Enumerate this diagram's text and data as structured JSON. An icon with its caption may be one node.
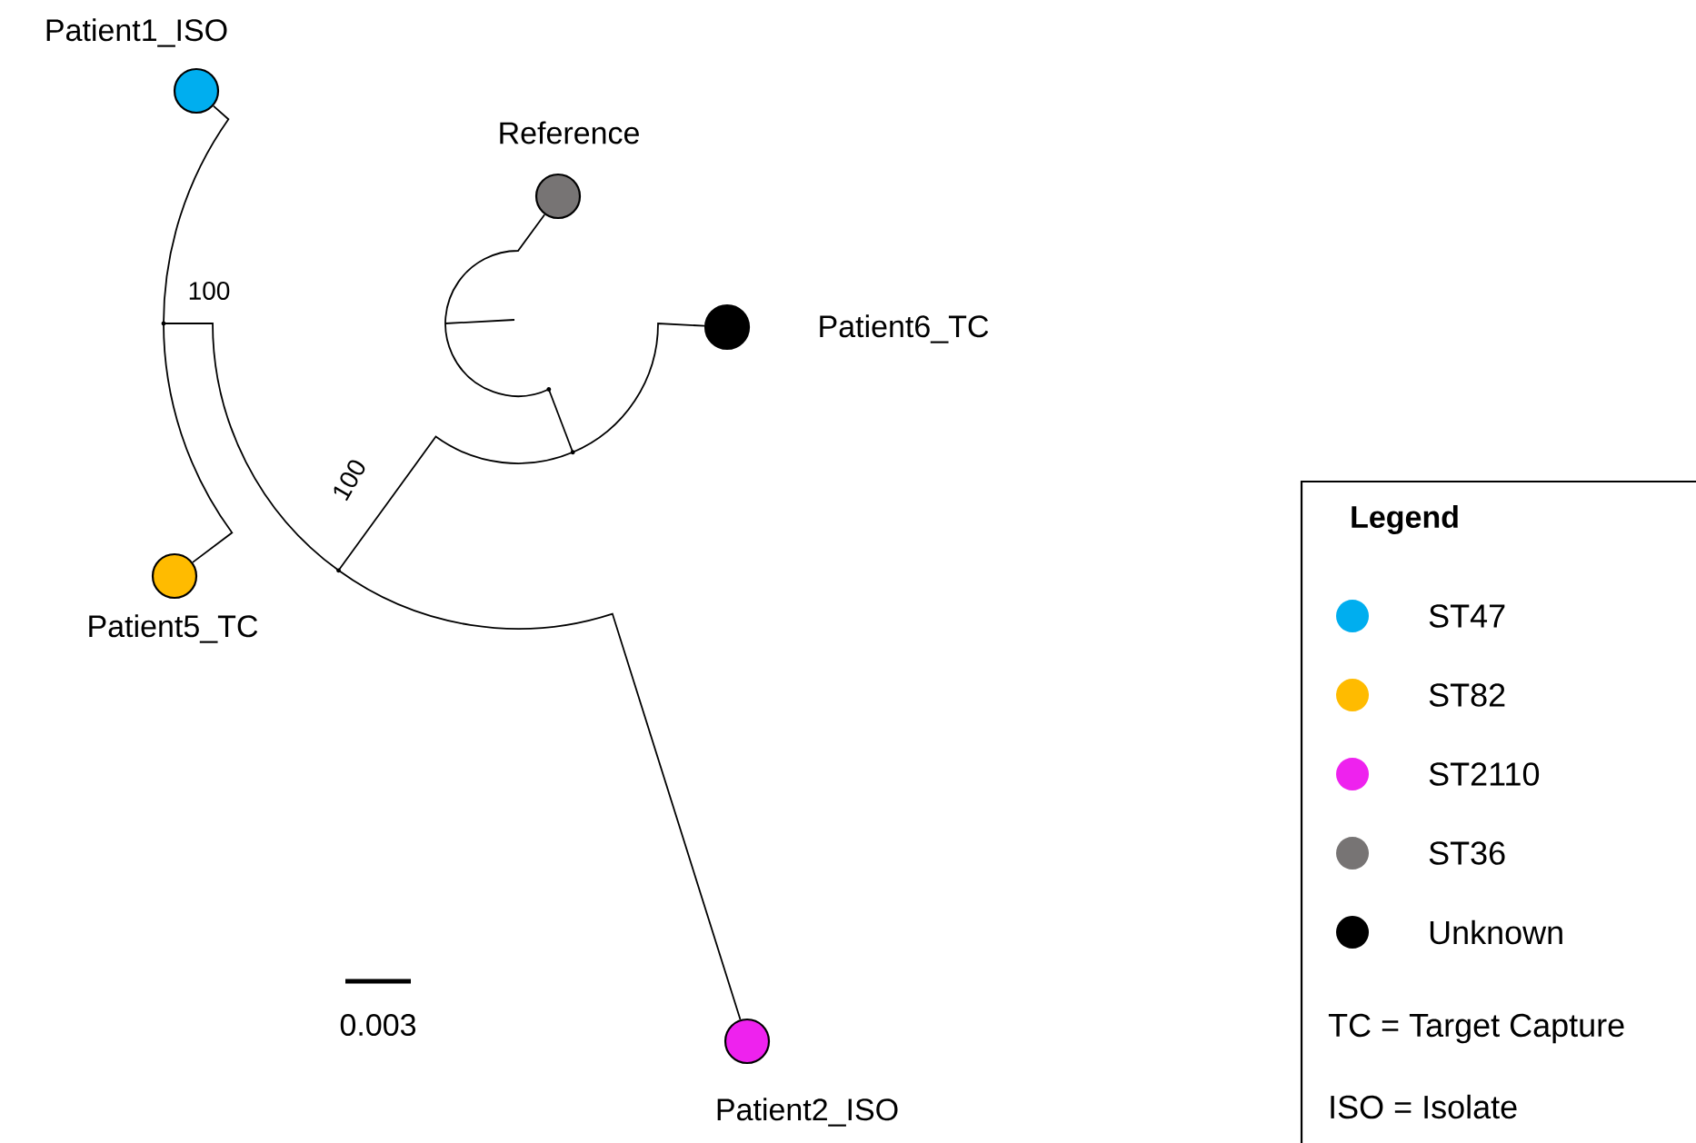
{
  "diagram": {
    "nodes": [
      {
        "text": [
          "Patient1_ISO"
        ]
      },
      {
        "text": [
          "Reference"
        ]
      },
      {
        "text": [
          "Patient6_TC"
        ]
      },
      {
        "text": [
          "Patient5_TC"
        ]
      },
      {
        "text": [
          "Patient2_ISO"
        ]
      },
      {
        "text": [],
        "shape": "point"
      },
      {
        "text": [],
        "shape": "point"
      },
      {
        "text": [],
        "shape": "point"
      },
      {
        "text": [],
        "shape": "point"
      }
    ],
    "edges": [
      {
        "from": 5,
        "to": 0,
        "arrow": "none"
      },
      {
        "from": 5,
        "to": 3,
        "arrow": "none"
      },
      {
        "from": 5,
        "to": 6,
        "arrow": "none",
        "label": "100"
      },
      {
        "from": 6,
        "to": 4,
        "arrow": "none"
      },
      {
        "from": 6,
        "to": 7,
        "arrow": "none",
        "label": "100"
      },
      {
        "from": 7,
        "to": 2,
        "arrow": "none"
      },
      {
        "from": 7,
        "to": 8,
        "arrow": "none"
      },
      {
        "from": 8,
        "to": 1,
        "arrow": "none"
      }
    ],
    "labels": [
      "0.003",
      "Legend",
      "TC = Target Capture",
      "ISO = Isolate"
    ],
    "legend": [
      {
        "text": "ST47",
        "color": "#00aeef"
      },
      {
        "text": "ST82",
        "color": "#ffbb00"
      },
      {
        "text": "ST2110",
        "color": "#ee22ee"
      },
      {
        "text": "ST36",
        "color": "#777474"
      },
      {
        "text": "Unknown",
        "color": "#000000"
      }
    ]
  }
}
